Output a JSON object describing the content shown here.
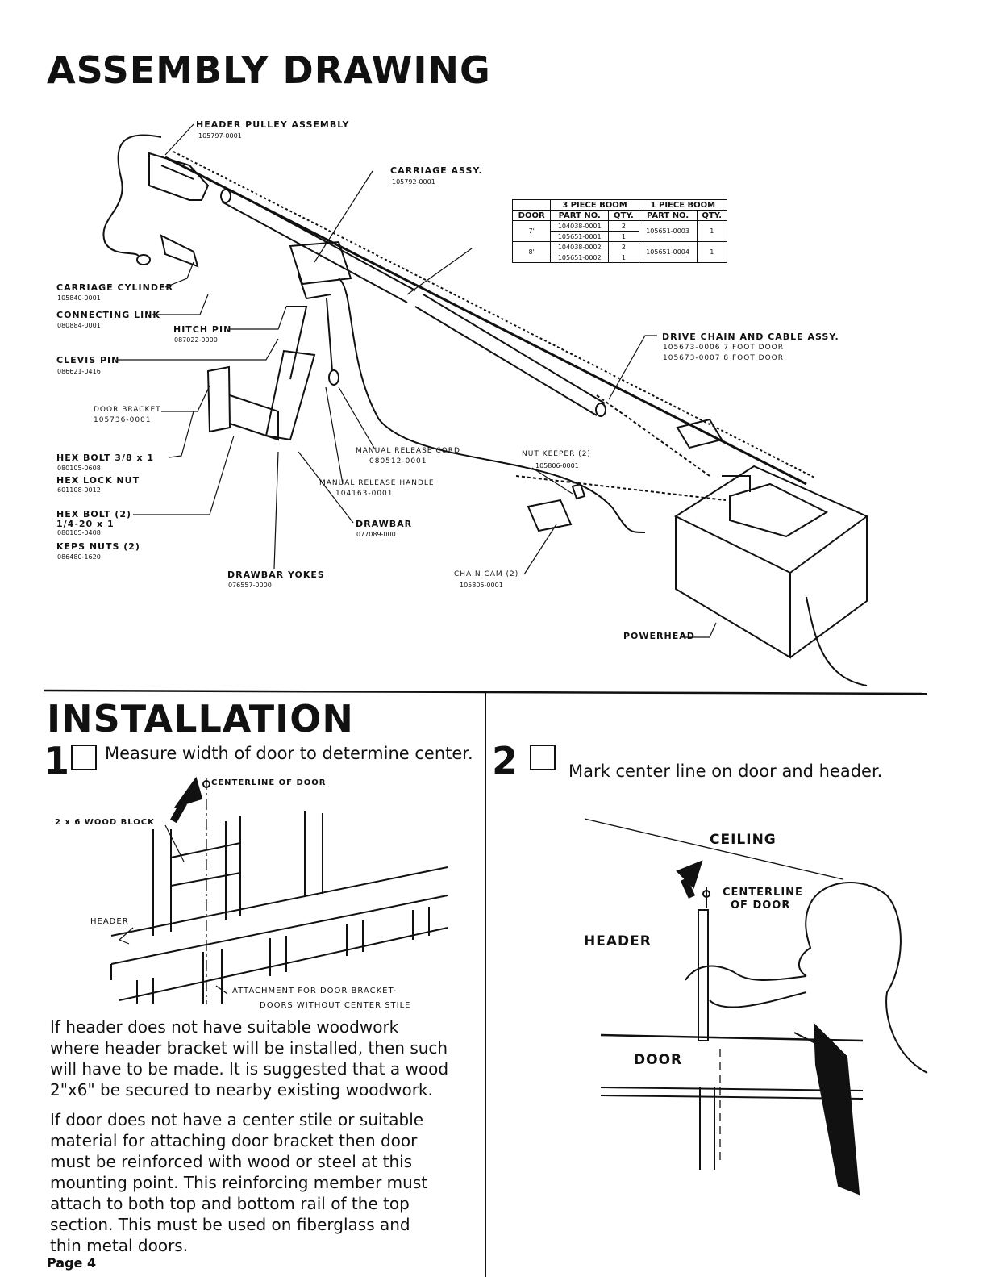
{
  "assembly": {
    "title": "ASSEMBLY DRAWING",
    "labels": {
      "header_pulley": "HEADER PULLEY ASSEMBLY",
      "header_pulley_pn": "105797-0001",
      "carriage_assy": "CARRIAGE ASSY.",
      "carriage_assy_pn": "105792-0001",
      "carriage_cylinder": "CARRIAGE CYLINDER",
      "carriage_cylinder_pn": "105840-0001",
      "connecting_link": "CONNECTING LINK",
      "connecting_link_pn": "080884-0001",
      "hitch_pin": "HITCH PIN",
      "hitch_pin_pn": "087022-0000",
      "clevis_pin": "CLEVIS PIN",
      "clevis_pin_pn": "086621-0416",
      "door_bracket": "DOOR BRACKET",
      "door_bracket_pn": "105736-0001",
      "hex_bolt": "HEX BOLT 3/8 x 1",
      "hex_bolt_pn": "080105-0608",
      "hex_lock_nut": "HEX LOCK NUT",
      "hex_lock_nut_pn": "601108-0012",
      "hex_bolt2": "HEX BOLT (2)",
      "hex_bolt2_size": "1/4-20 x 1",
      "hex_bolt2_pn": "080105-0408",
      "keps_nuts": "KEPS NUTS (2)",
      "keps_nuts_pn": "086480-1620",
      "drawbar_yokes": "DRAWBAR YOKES",
      "drawbar_yokes_pn": "076557-0000",
      "manual_release_cord": "MANUAL RELEASE CORD",
      "manual_release_cord_pn": "080512-0001",
      "manual_release_handle": "MANUAL RELEASE HANDLE",
      "manual_release_handle_pn": "104163-0001",
      "drawbar": "DRAWBAR",
      "drawbar_pn": "077089-0001",
      "nut_keeper": "NUT KEEPER (2)",
      "nut_keeper_pn": "105806-0001",
      "chain_cam": "CHAIN CAM (2)",
      "chain_cam_pn": "105805-0001",
      "drive_chain": "DRIVE CHAIN AND CABLE ASSY.",
      "drive_chain_7": "105673-0006 7 FOOT DOOR",
      "drive_chain_8": "105673-0007 8 FOOT DOOR",
      "powerhead": "POWERHEAD"
    },
    "boom_table": {
      "group1": "3 PIECE BOOM",
      "group2": "1 PIECE BOOM",
      "col_door": "DOOR",
      "col_part1": "PART NO.",
      "col_qty1": "QTY.",
      "col_part2": "PART NO.",
      "col_qty2": "QTY.",
      "rows": [
        {
          "door": "7'",
          "p1a": "104038-0001",
          "q1a": "2",
          "p1b": "105651-0001",
          "q1b": "1",
          "p2": "105651-0003",
          "q2": "1"
        },
        {
          "door": "8'",
          "p1a": "104038-0002",
          "q1a": "2",
          "p1b": "105651-0002",
          "q1b": "1",
          "p2": "105651-0004",
          "q2": "1"
        }
      ]
    }
  },
  "installation": {
    "title": "INSTALLATION",
    "step1": {
      "number": "1",
      "text": "Measure width of door to determine center.",
      "labels": {
        "centerline": "CENTERLINE OF DOOR",
        "wood_block": "2 x 6 WOOD BLOCK",
        "header": "HEADER",
        "attachment1": "ATTACHMENT FOR DOOR BRACKET-",
        "attachment2": "DOORS WITHOUT CENTER STILE"
      },
      "para1": "If header does not have suitable woodwork where header bracket will be installed, then such will have to be made. It is suggested that a wood 2\"x6\" be secured to nearby existing woodwork.",
      "para2": "If door does not have a center stile or suitable material for attaching door bracket then door must be reinforced with wood or steel at this mounting point. This reinforcing member must attach to both top and bottom rail of the top section. This must be used on fiberglass and thin metal doors."
    },
    "step2": {
      "number": "2",
      "text": "Mark center line on door and header.",
      "labels": {
        "ceiling": "CEILING",
        "centerline1": "CENTERLINE",
        "centerline2": "OF DOOR",
        "header": "HEADER",
        "door": "DOOR"
      }
    }
  },
  "footer": {
    "page": "Page 4"
  }
}
